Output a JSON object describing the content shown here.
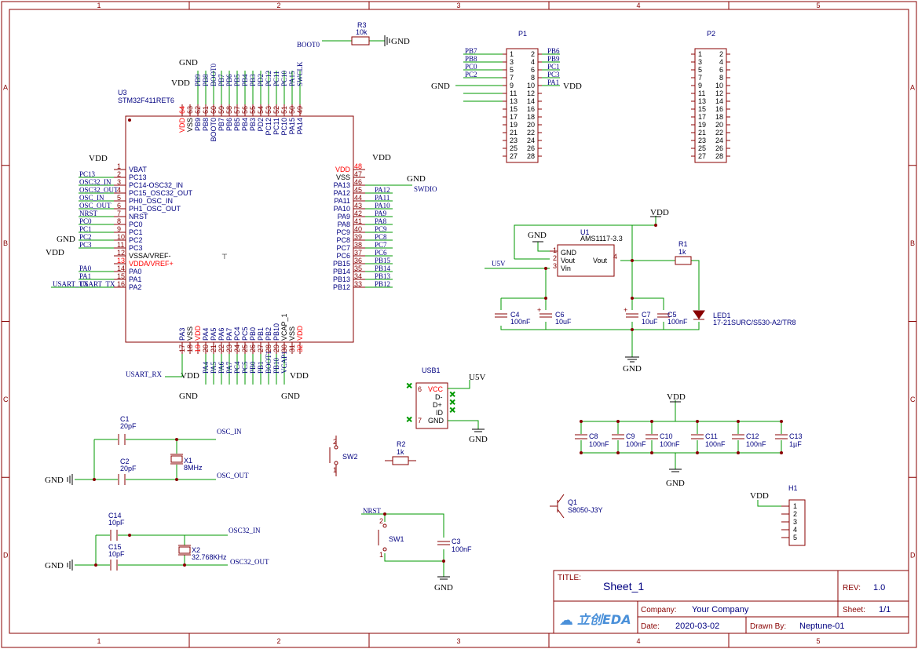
{
  "frame": {
    "col_labels": [
      "1",
      "2",
      "3",
      "4",
      "5"
    ],
    "row_labels": [
      "A",
      "B",
      "C",
      "D"
    ]
  },
  "mcu": {
    "ref": "U3",
    "value": "STM32F411RET6",
    "left_pins": [
      {
        "num": "1",
        "name": "VBAT",
        "net": "",
        "pwr": "VDD"
      },
      {
        "num": "2",
        "name": "PC13",
        "net": "PC13"
      },
      {
        "num": "3",
        "name": "PC14-OSC32_IN",
        "net": "OSC32_IN"
      },
      {
        "num": "4",
        "name": "PC15_OSC32_OUT",
        "net": "OSC32_OUT"
      },
      {
        "num": "5",
        "name": "PH0_OSC_IN",
        "net": "OSC_IN"
      },
      {
        "num": "6",
        "name": "PH1_OSC_OUT",
        "net": "OSC_OUT"
      },
      {
        "num": "7",
        "name": "NRST",
        "net": "NRST"
      },
      {
        "num": "8",
        "name": "PC0",
        "net": "PC0"
      },
      {
        "num": "9",
        "name": "PC1",
        "net": "PC1"
      },
      {
        "num": "10",
        "name": "PC2",
        "net": "PC2"
      },
      {
        "num": "11",
        "name": "PC3",
        "net": "PC3"
      },
      {
        "num": "12",
        "name": "VSSA/VREF-",
        "net": "",
        "pwr": "GND"
      },
      {
        "num": "13",
        "name": "VDDA/VREF+",
        "net": "",
        "pwr": "VDD"
      },
      {
        "num": "14",
        "name": "PA0",
        "net": "PA0"
      },
      {
        "num": "15",
        "name": "PA1",
        "net": "PA1"
      },
      {
        "num": "16",
        "name": "PA2",
        "net": "USART_TX"
      }
    ],
    "right_pins": [
      {
        "num": "48",
        "name": "VDD",
        "net": "VDD"
      },
      {
        "num": "47",
        "name": "VSS",
        "net": "GND"
      },
      {
        "num": "46",
        "name": "PA13",
        "net": "SWDIO"
      },
      {
        "num": "45",
        "name": "PA12",
        "net": "PA12"
      },
      {
        "num": "44",
        "name": "PA11",
        "net": "PA11"
      },
      {
        "num": "43",
        "name": "PA10",
        "net": "PA10"
      },
      {
        "num": "42",
        "name": "PA9",
        "net": "PA9"
      },
      {
        "num": "41",
        "name": "PA8",
        "net": "PA8"
      },
      {
        "num": "40",
        "name": "PC9",
        "net": "PC9"
      },
      {
        "num": "39",
        "name": "PC8",
        "net": "PC8"
      },
      {
        "num": "38",
        "name": "PC7",
        "net": "PC7"
      },
      {
        "num": "37",
        "name": "PC6",
        "net": "PC6"
      },
      {
        "num": "36",
        "name": "PB15",
        "net": "PB15"
      },
      {
        "num": "35",
        "name": "PB14",
        "net": "PB14"
      },
      {
        "num": "34",
        "name": "PB13",
        "net": "PB13"
      },
      {
        "num": "33",
        "name": "PB12",
        "net": "PB12"
      }
    ],
    "top_pins": [
      {
        "num": "64",
        "name": "VDD",
        "net": "VDD"
      },
      {
        "num": "63",
        "name": "VSS",
        "net": "GND"
      },
      {
        "num": "62",
        "name": "PB9",
        "net": "PB9"
      },
      {
        "num": "61",
        "name": "PB8",
        "net": "PB8"
      },
      {
        "num": "60",
        "name": "BOOT0",
        "net": "BOOT0"
      },
      {
        "num": "59",
        "name": "PB7",
        "net": "PB7"
      },
      {
        "num": "58",
        "name": "PB6",
        "net": "PB6"
      },
      {
        "num": "57",
        "name": "PB5",
        "net": "PB5"
      },
      {
        "num": "56",
        "name": "PB4",
        "net": "PB4"
      },
      {
        "num": "55",
        "name": "PB3",
        "net": "PB3"
      },
      {
        "num": "54",
        "name": "PD2",
        "net": "PD2"
      },
      {
        "num": "53",
        "name": "PC12",
        "net": "PC12"
      },
      {
        "num": "52",
        "name": "PC11",
        "net": "PC11"
      },
      {
        "num": "51",
        "name": "PC10",
        "net": "PC10"
      },
      {
        "num": "50",
        "name": "PA15",
        "net": "PA15"
      },
      {
        "num": "49",
        "name": "PA14",
        "net": "SWCLK"
      }
    ],
    "bottom_pins": [
      {
        "num": "17",
        "name": "PA3",
        "net": "USART_RX"
      },
      {
        "num": "18",
        "name": "VSS",
        "net": "GND"
      },
      {
        "num": "19",
        "name": "VDD",
        "net": "VDD"
      },
      {
        "num": "20",
        "name": "PA4",
        "net": "PA4"
      },
      {
        "num": "21",
        "name": "PA5",
        "net": "PA5"
      },
      {
        "num": "22",
        "name": "PA6",
        "net": "PA6"
      },
      {
        "num": "23",
        "name": "PA7",
        "net": "PA7"
      },
      {
        "num": "24",
        "name": "PC4",
        "net": "PC4"
      },
      {
        "num": "25",
        "name": "PC5",
        "net": "PC5"
      },
      {
        "num": "26",
        "name": "PB0",
        "net": "PB0"
      },
      {
        "num": "27",
        "name": "PB1",
        "net": "PB1"
      },
      {
        "num": "28",
        "name": "PB2",
        "net": "BOOT1"
      },
      {
        "num": "29",
        "name": "PB10",
        "net": "PB10"
      },
      {
        "num": "30",
        "name": "VCAP_1",
        "net": "VCAP1"
      },
      {
        "num": "31",
        "name": "VSS",
        "net": "GND"
      },
      {
        "num": "32",
        "name": "VDD",
        "net": "VDD"
      }
    ]
  },
  "power": {
    "vdd": "VDD",
    "gnd": "GND",
    "u5v": "U5V"
  },
  "r3": {
    "ref": "R3",
    "value": "10k",
    "net": "BOOT0"
  },
  "p1": {
    "ref": "P1",
    "left_nums": [
      "1",
      "3",
      "5",
      "7",
      "9",
      "11",
      "13",
      "15",
      "17",
      "19",
      "21",
      "23",
      "25",
      "27"
    ],
    "right_nums": [
      "2",
      "4",
      "6",
      "8",
      "10",
      "12",
      "14",
      "16",
      "18",
      "20",
      "22",
      "24",
      "26",
      "28"
    ],
    "left_nets": [
      "PB7",
      "PB8",
      "PC0",
      "PC2"
    ],
    "right_nets": [
      "PB6",
      "PB9",
      "PC1",
      "PC3",
      "PA1"
    ]
  },
  "p2": {
    "ref": "P2",
    "left_nums": [
      "1",
      "3",
      "5",
      "7",
      "9",
      "11",
      "13",
      "15",
      "17",
      "19",
      "21",
      "23",
      "25",
      "27"
    ],
    "right_nums": [
      "2",
      "4",
      "6",
      "8",
      "10",
      "12",
      "14",
      "16",
      "18",
      "20",
      "22",
      "24",
      "26",
      "28"
    ]
  },
  "regulator": {
    "ref": "U1",
    "value": "AMS1117-3.3",
    "pins": [
      {
        "num": "1",
        "name": "GND"
      },
      {
        "num": "2",
        "name": "Vout"
      },
      {
        "num": "3",
        "name": "Vin"
      },
      {
        "num": "4",
        "name": "Vout"
      }
    ]
  },
  "r1": {
    "ref": "R1",
    "value": "1k"
  },
  "led1": {
    "ref": "LED1",
    "value": "17-21SURC/S530-A2/TR8"
  },
  "caps_reg": [
    {
      "ref": "C4",
      "value": "100nF"
    },
    {
      "ref": "C6",
      "value": "10uF"
    },
    {
      "ref": "C7",
      "value": "10uF"
    },
    {
      "ref": "C5",
      "value": "100nF"
    }
  ],
  "usb": {
    "ref": "USB1",
    "pins": [
      {
        "num": "6",
        "name": "VCC"
      },
      {
        "num": "",
        "name": "D-"
      },
      {
        "num": "",
        "name": "D+"
      },
      {
        "num": "",
        "name": "ID"
      },
      {
        "num": "7",
        "name": "GND"
      }
    ]
  },
  "sw2": {
    "ref": "SW2",
    "p1": "1",
    "p2": "2"
  },
  "sw1": {
    "ref": "SW1",
    "p1": "1",
    "p2": "2"
  },
  "r2": {
    "ref": "R2",
    "value": "1k"
  },
  "c3": {
    "ref": "C3",
    "value": "100nF"
  },
  "q1": {
    "ref": "Q1",
    "value": "S8050-J3Y"
  },
  "decoupling": [
    {
      "ref": "C8",
      "value": "100nF"
    },
    {
      "ref": "C9",
      "value": "100nF"
    },
    {
      "ref": "C10",
      "value": "100nF"
    },
    {
      "ref": "C11",
      "value": "100nF"
    },
    {
      "ref": "C12",
      "value": "100nF"
    },
    {
      "ref": "C13",
      "value": "1µF"
    }
  ],
  "h1": {
    "ref": "H1",
    "pins": [
      "1",
      "2",
      "3",
      "4",
      "5"
    ]
  },
  "osc_hs": {
    "c1": {
      "ref": "C1",
      "value": "20pF"
    },
    "c2": {
      "ref": "C2",
      "value": "20pF"
    },
    "x1": {
      "ref": "X1",
      "value": "8MHz"
    },
    "net_in": "OSC_IN",
    "net_out": "OSC_OUT"
  },
  "osc_ls": {
    "c14": {
      "ref": "C14",
      "value": "10pF"
    },
    "c15": {
      "ref": "C15",
      "value": "10pF"
    },
    "x2": {
      "ref": "X2",
      "value": "32.768KHz"
    },
    "net_in": "OSC32_IN",
    "net_out": "OSC32_OUT"
  },
  "title_block": {
    "title_label": "TITLE:",
    "title": "Sheet_1",
    "rev_label": "REV:",
    "rev": "1.0",
    "company_label": "Company:",
    "company": "Your Company",
    "sheet_label": "Sheet:",
    "sheet": "1/1",
    "date_label": "Date:",
    "date": "2020-03-02",
    "drawn_label": "Drawn By:",
    "drawn": "Neptune-01",
    "logo": "立创EDA",
    "logo_color": "#4a90d9"
  }
}
